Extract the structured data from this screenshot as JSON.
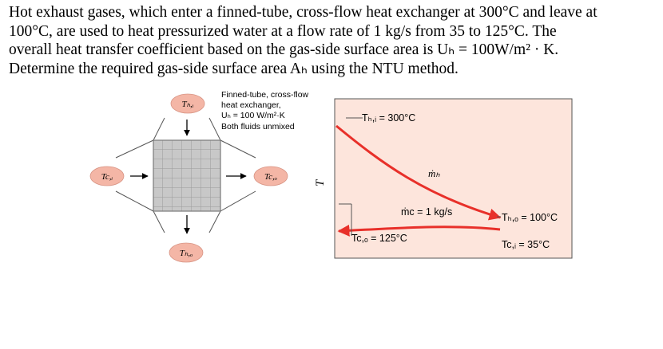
{
  "problem": {
    "lines": [
      "Hot exhaust gases, which enter a finned-tube, cross-flow heat exchanger at 300°C and leave at",
      "100°C, are used to heat pressurized water at a flow rate of 1 kg/s from 35 to 125°C. The",
      "overall heat transfer coefficient based on the gas-side surface area is Uₕ = 100W/m² · K.",
      "Determine the required gas-side surface area Aₕ using the NTU method."
    ]
  },
  "schematic": {
    "info_lines": [
      "Finned-tube, cross-flow",
      "heat exchanger,",
      "Uₕ = 100 W/m²·K",
      "Both fluids unmixed"
    ],
    "hot_inlet_label": "Tₕ,ᵢ",
    "hot_outlet_label": "Tₕ,ₒ",
    "cold_inlet_label": "Tc,ᵢ",
    "cold_outlet_label": "Tc,ₒ",
    "blob_color": "#f4b6a6",
    "grid_color": "#c8c8c8"
  },
  "temperature_plot": {
    "y_axis_label": "T",
    "hot_inlet_text": "Tₕ,ᵢ = 300°C",
    "hot_flow_label": "ṁₕ",
    "cold_flow_text": "ṁc = 1 kg/s",
    "hot_outlet_text": "Tₕ,ₒ = 100°C",
    "cold_outlet_text": "Tc,ₒ = 125°C",
    "cold_inlet_text": "Tc,ᵢ = 35°C",
    "panel_color": "#fde5dc",
    "line_color": "#e8302a"
  }
}
